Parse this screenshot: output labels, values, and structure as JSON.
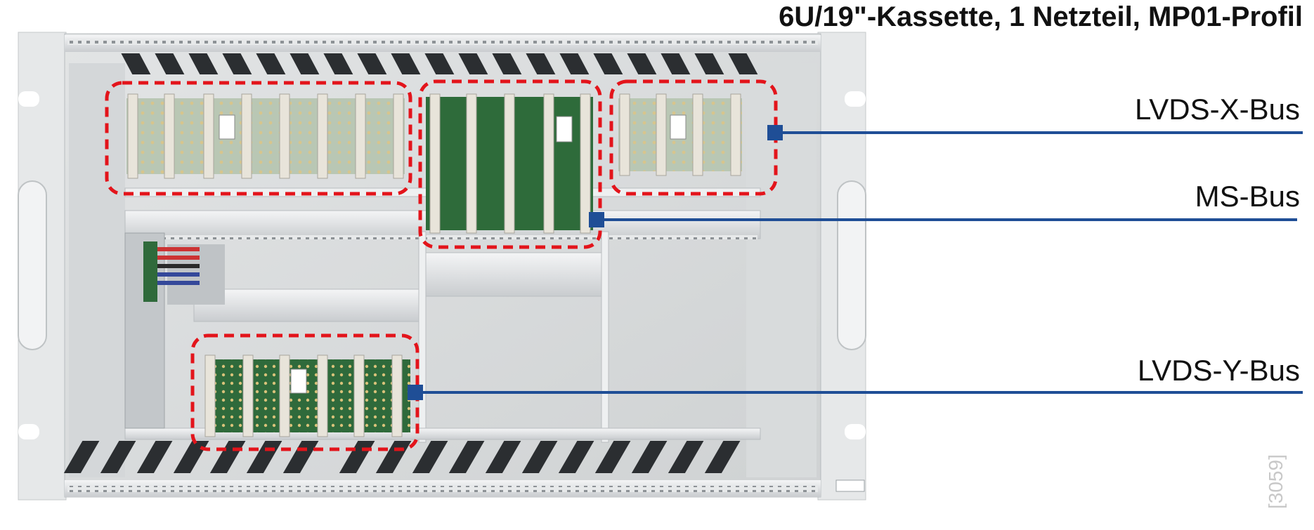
{
  "title": "6U/19\"-Kassette, 1 Netzteil, MP01-Profil",
  "buses": [
    {
      "label": "LVDS-X-Bus"
    },
    {
      "label": "MS-Bus"
    },
    {
      "label": "LVDS-Y-Bus"
    }
  ],
  "image_id": "[3059]",
  "colors": {
    "highlight": "#e3141b",
    "callout": "#1f4e96",
    "chassis": "#dfe2e3",
    "pcb": "#2e6b3a"
  }
}
